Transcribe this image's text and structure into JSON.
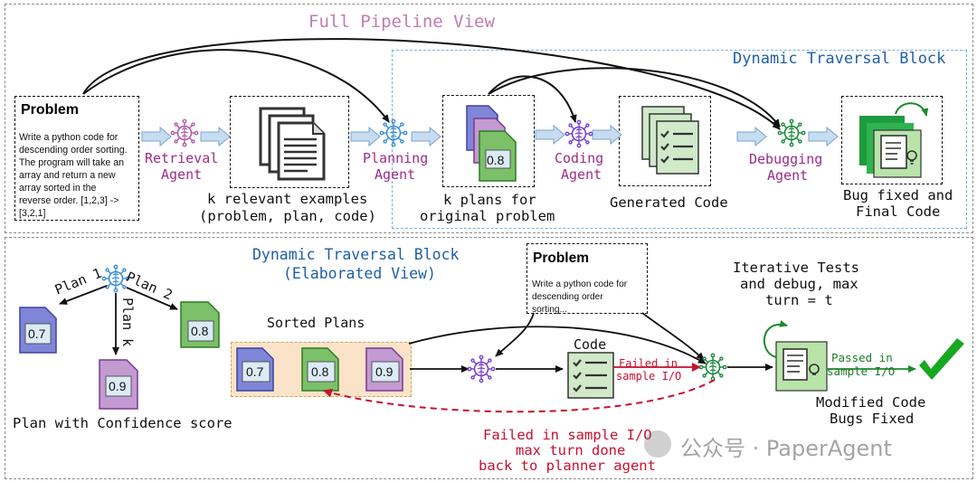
{
  "section_top": {
    "title": "Full Pipeline View",
    "dynamic_block_label": "Dynamic Traversal Block"
  },
  "section_bottom": {
    "title_line1": "Dynamic Traversal Block",
    "title_line2": "(Elaborated View)"
  },
  "problem": {
    "title": "Problem",
    "text_lines": [
      "Write a python code for",
      "descending order sorting.",
      "The program will take an",
      "array and return a new",
      "array  sorted  in  the",
      "reverse order.  [1,2,3] ->",
      "[3,2,1]"
    ]
  },
  "problem_small": {
    "title": "Problem",
    "text_lines": [
      "Write a python code for",
      "descending order",
      "sorting..."
    ]
  },
  "agents": {
    "retrieval": [
      "Retrieval",
      "Agent"
    ],
    "planning": [
      "Planning",
      "Agent"
    ],
    "coding": [
      "Coding",
      "Agent"
    ],
    "debugging": [
      "Debugging",
      "Agent"
    ]
  },
  "captions": {
    "examples": [
      "k relevant examples",
      "(problem, plan, code)"
    ],
    "plans": [
      "k plans for",
      "original problem"
    ],
    "generated": "Generated Code",
    "final": [
      "Bug fixed and",
      "Final Code"
    ]
  },
  "plans_top": {
    "front_score": "0.8"
  },
  "plans_tree": {
    "plan1_label": "Plan 1",
    "plan2_label": "Plan 2",
    "plank_label": "Plan k",
    "score_1": "0.7",
    "score_2": "0.8",
    "score_k": "0.9",
    "caption": "Plan with Confidence score"
  },
  "sorted": {
    "label": "Sorted Plans",
    "scores": [
      "0.7",
      "0.8",
      "0.9"
    ]
  },
  "code_label": "Code",
  "failed_io": [
    "Failed in",
    "sample I/O"
  ],
  "passed_io": [
    "Passed in",
    "sample I/O"
  ],
  "iterative": [
    "Iterative Tests",
    "and debug, max",
    "turn = t"
  ],
  "modified": [
    "Modified Code",
    "Bugs Fixed"
  ],
  "back_note": [
    "Failed in sample I/O",
    "max turn done",
    "back to planner agent"
  ],
  "watermark": "公众号 · PaperAgent",
  "colors": {
    "section_title": "#c27bb0",
    "block_title": "#1f5fa8",
    "agent_text": "#9a2d88",
    "red": "#c8102e",
    "green_check": "#16a81e"
  }
}
